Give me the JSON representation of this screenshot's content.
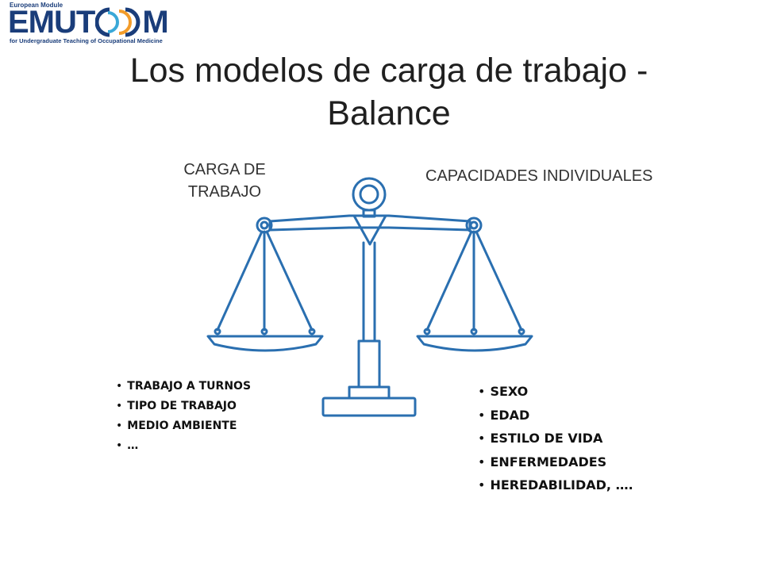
{
  "logo": {
    "small": "European Module",
    "main_prefix": "EMUT",
    "main_suffix": "M",
    "sub": "for Undergraduate Teaching of Occupational Medicine"
  },
  "title": {
    "line1": "Los modelos de carga de trabajo -",
    "line2": "Balance"
  },
  "diagram": {
    "left_label": "CARGA DE TRABAJO",
    "right_label": "CAPACIDADES INDIVIDUALES",
    "scale_color": "#2a6fb0"
  },
  "left_list": [
    "TRABAJO A TURNOS",
    "TIPO DE TRABAJO",
    "MEDIO AMBIENTE",
    "…"
  ],
  "right_list": [
    "SEXO",
    "EDAD",
    "ESTILO DE VIDA",
    "ENFERMEDADES",
    "HEREDABILIDAD, …."
  ]
}
